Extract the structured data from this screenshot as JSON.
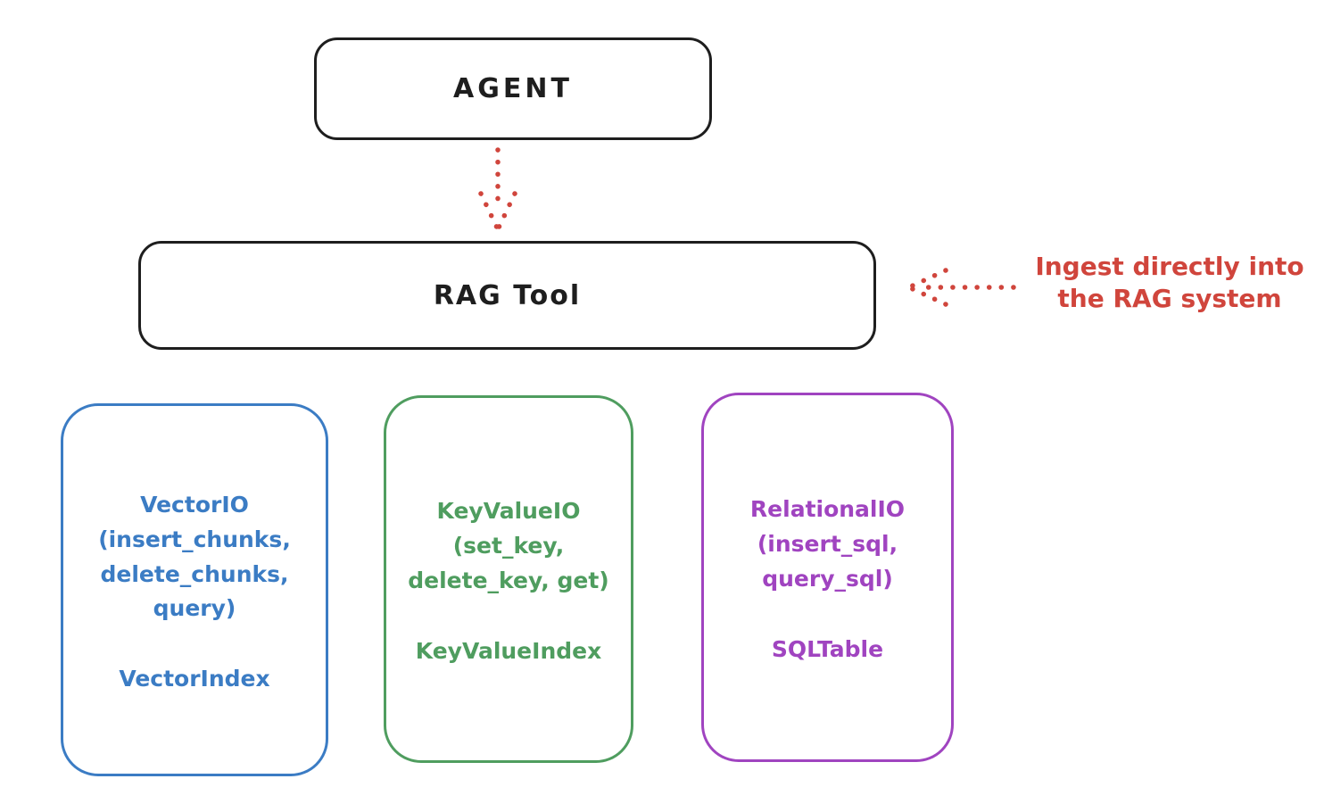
{
  "colors": {
    "ink": "#1e1e1e",
    "red": "#d0453c",
    "blue": "#3b7cc4",
    "green": "#4f9d5f",
    "purple": "#a044c0"
  },
  "diagram": {
    "agent": {
      "label": "AGENT"
    },
    "rag_tool": {
      "label": "RAG Tool"
    },
    "annotation": {
      "text": "Ingest directly into\nthe RAG system"
    },
    "arrows": [
      {
        "name": "agent-to-rag-tool",
        "style": "dotted",
        "direction": "down"
      },
      {
        "name": "annotation-to-rag-tool",
        "style": "dotted",
        "direction": "left"
      }
    ]
  },
  "io_boxes": [
    {
      "body": "VectorIO\n(insert_chunks,\ndelete_chunks,\nquery)",
      "index_label": "VectorIndex",
      "color": "#3b7cc4"
    },
    {
      "body": "KeyValueIO\n(set_key,\ndelete_key, get)",
      "index_label": "KeyValueIndex",
      "color": "#4f9d5f"
    },
    {
      "body": "RelationalIO\n(insert_sql,\nquery_sql)",
      "index_label": "SQLTable",
      "color": "#a044c0"
    }
  ]
}
